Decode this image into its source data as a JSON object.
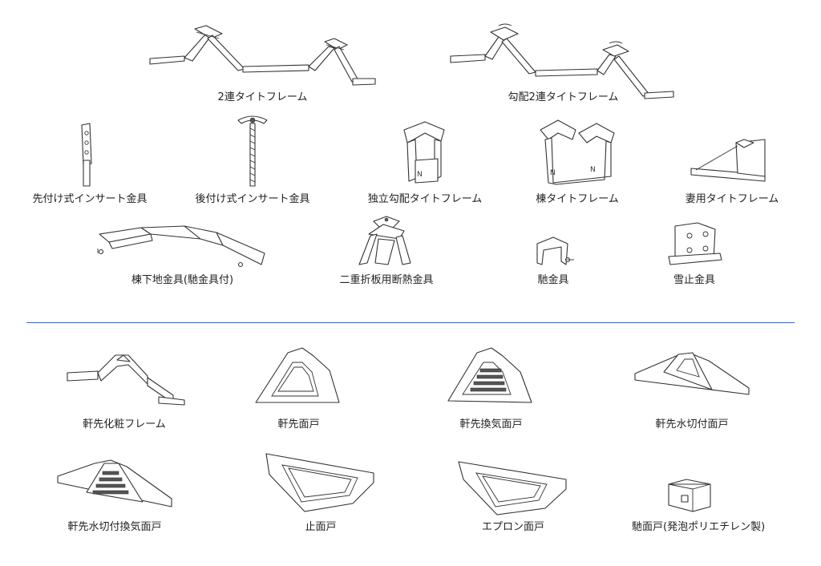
{
  "colors": {
    "divider": "#3b63c4",
    "line": "#333333",
    "text": "#222222"
  },
  "products": {
    "upper": [
      {
        "id": "tight-frame-2",
        "label": "2連タイトフレーム"
      },
      {
        "id": "pitch-tight-frame-2",
        "label": "勾配2連タイトフレーム"
      },
      {
        "id": "pre-insert",
        "label": "先付け式インサート金具"
      },
      {
        "id": "post-insert",
        "label": "後付け式インサート金具"
      },
      {
        "id": "independent-pitch-frame",
        "label": "独立勾配タイトフレーム"
      },
      {
        "id": "ridge-tight-frame",
        "label": "棟タイトフレーム"
      },
      {
        "id": "gable-tight-frame",
        "label": "妻用タイトフレーム"
      },
      {
        "id": "ridge-base-bracket",
        "label": "棟下地金具(馳金具付)"
      },
      {
        "id": "double-fold-insulation",
        "label": "二重折板用断熱金具"
      },
      {
        "id": "seam-bracket",
        "label": "馳金具"
      },
      {
        "id": "snow-stop",
        "label": "雪止金具"
      }
    ],
    "lower": [
      {
        "id": "eave-fascia-frame",
        "label": "軒先化粧フレーム"
      },
      {
        "id": "eave-face-door",
        "label": "軒先面戸"
      },
      {
        "id": "eave-vent-face-door",
        "label": "軒先換気面戸"
      },
      {
        "id": "eave-drip-face-door",
        "label": "軒先水切付面戸"
      },
      {
        "id": "eave-drip-vent-face-door",
        "label": "軒先水切付換気面戸"
      },
      {
        "id": "stop-face-door",
        "label": "止面戸"
      },
      {
        "id": "apron-face-door",
        "label": "エプロン面戸"
      },
      {
        "id": "seam-face-door",
        "label": "馳面戸(発泡ポリエチレン製)"
      }
    ]
  }
}
